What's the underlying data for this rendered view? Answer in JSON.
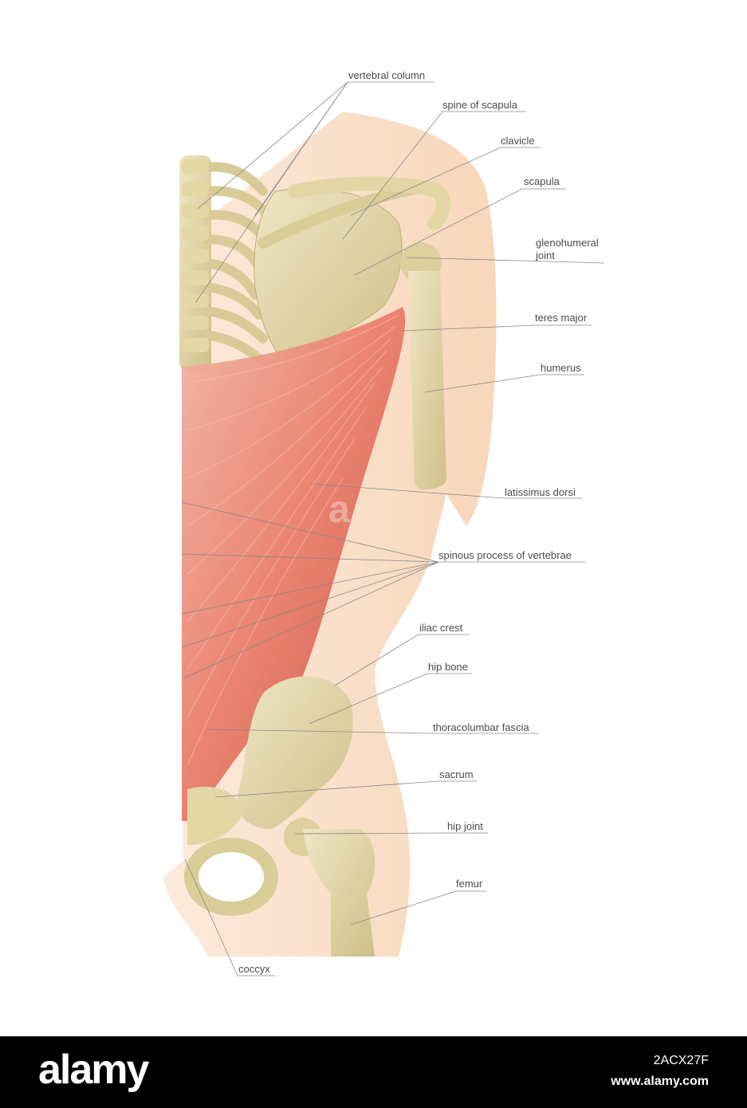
{
  "diagram": {
    "labels": {
      "vertebral_column": "vertebral column",
      "spine_of_scapula": "spine of scapula",
      "clavicle": "clavicle",
      "scapula": "scapula",
      "glenohumeral_joint_line1": "glenohumeral",
      "glenohumeral_joint_line2": "joint",
      "teres_major": "teres major",
      "humerus": "humerus",
      "latissimus_dorsi": "latissimus dorsi",
      "spinous_process": "spinous process of vertebrae",
      "iliac_crest": "iliac crest",
      "hip_bone": "hip bone",
      "thoracolumbar_fascia": "thoracolumbar fascia",
      "sacrum": "sacrum",
      "hip_joint": "hip joint",
      "femur": "femur",
      "coccyx": "coccyx"
    },
    "colors": {
      "bone": "#e6dcae",
      "muscle": "#e8786a",
      "skin": "#f8d6b8",
      "leader_line": "#888888",
      "label_text": "#4a4a4a"
    },
    "watermark": "a"
  },
  "footer": {
    "logo": "alamy",
    "image_id": "2ACX27F",
    "url": "www.alamy.com",
    "background": "#000000"
  }
}
